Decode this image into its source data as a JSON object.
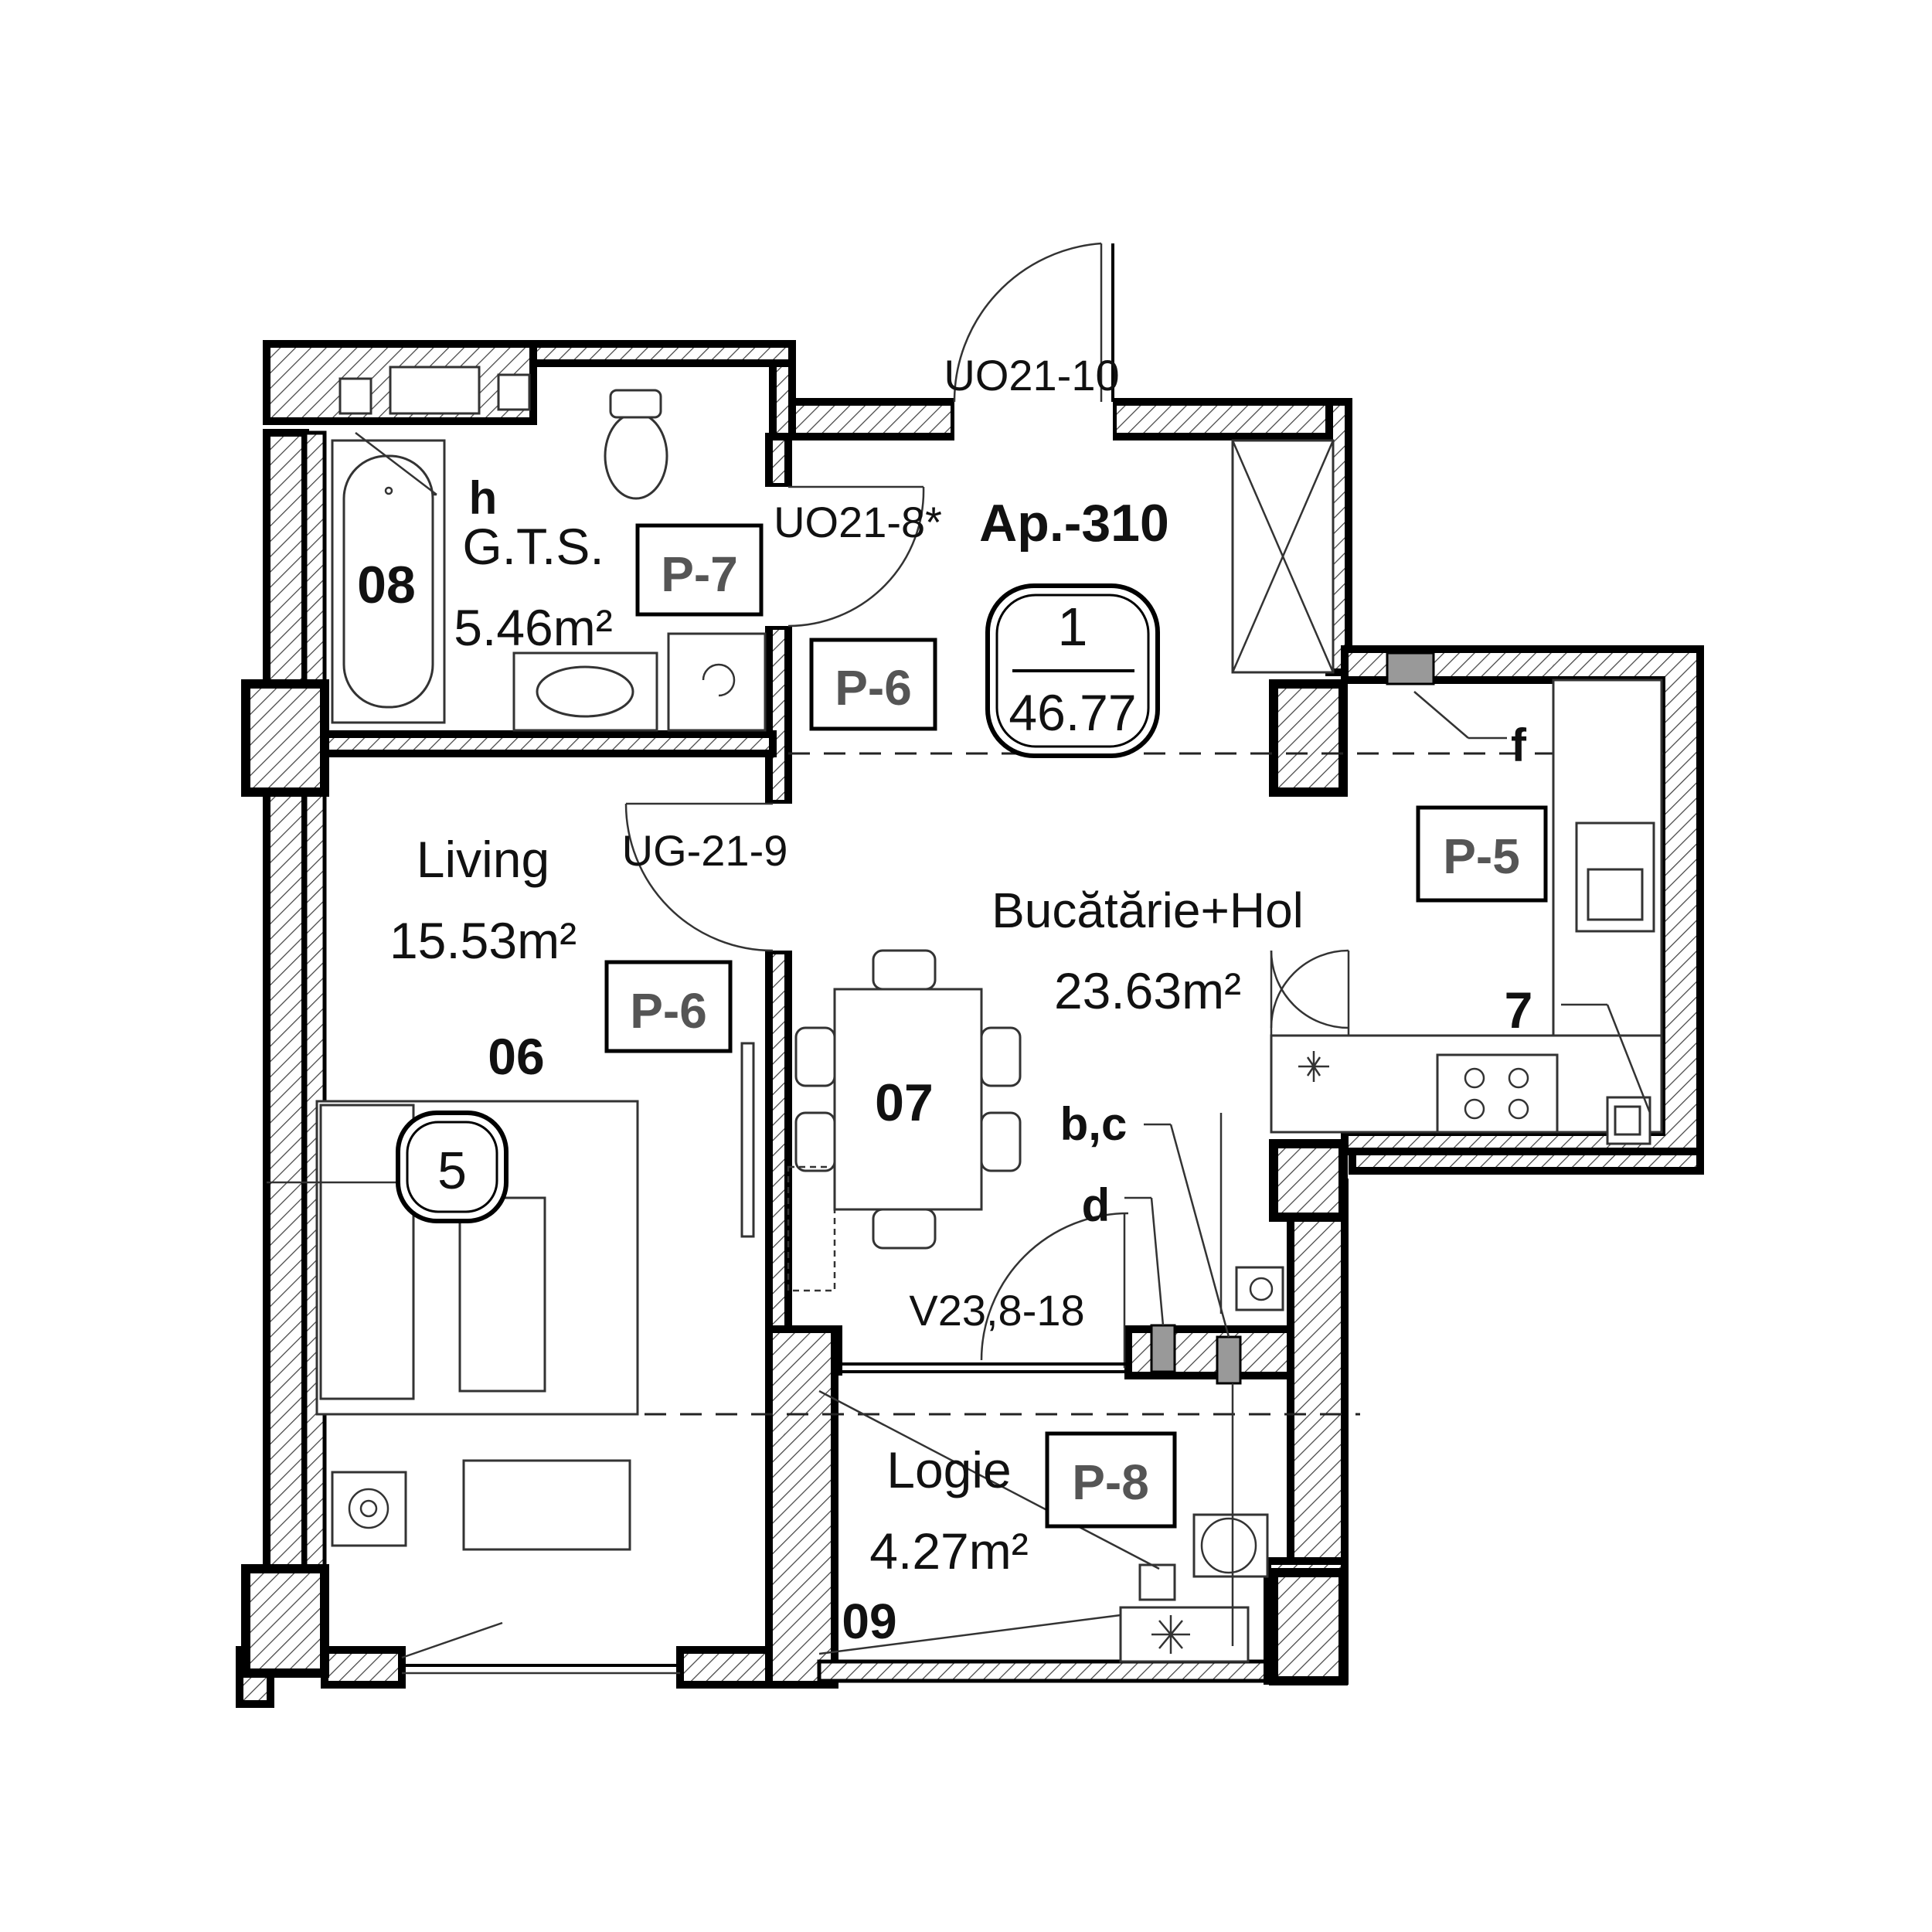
{
  "apartment": {
    "label": "Ap.-310",
    "unit_number": "1",
    "total_area": "46.77"
  },
  "rooms": {
    "bathroom": {
      "number": "08",
      "name": "G.T.S.",
      "area": "5.46m²"
    },
    "living": {
      "number": "06",
      "name": "Living",
      "area": "15.53m²"
    },
    "kitchen_hall": {
      "number": "07",
      "name": "Bucătărie+Hol",
      "area": "23.63m²"
    },
    "loggia": {
      "number": "09",
      "name": "Logie",
      "area": "4.27m²"
    }
  },
  "tags": {
    "p7": "P-7",
    "p6_hall": "P-6",
    "p6_living": "P-6",
    "p5": "P-5",
    "p8": "P-8",
    "bubble5": "5"
  },
  "door_labels": {
    "entrance": "UO21-10",
    "bathroom_door": "UO21-8*",
    "living_door": "UG-21-9",
    "balcony_door": "V23,8-18"
  },
  "markers": {
    "h": "h",
    "f": "f",
    "seven": "7",
    "bc": "b,c",
    "d": "d"
  }
}
